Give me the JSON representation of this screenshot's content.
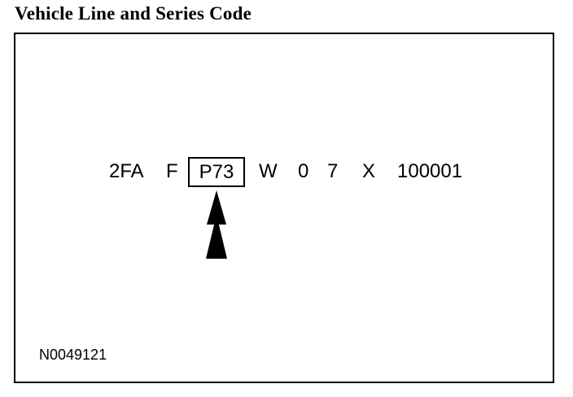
{
  "title": "Vehicle Line and Series Code",
  "vin": {
    "wmi": "2FA",
    "restraint": "F",
    "line_series": "P73",
    "body": "W",
    "engine": "0",
    "check_digit": "7",
    "plant": "X",
    "serial": "100001"
  },
  "reference": "N0049121",
  "colors": {
    "ink": "#000000",
    "background": "#ffffff"
  },
  "icons": {
    "pointer": "up-arrow-icon"
  }
}
